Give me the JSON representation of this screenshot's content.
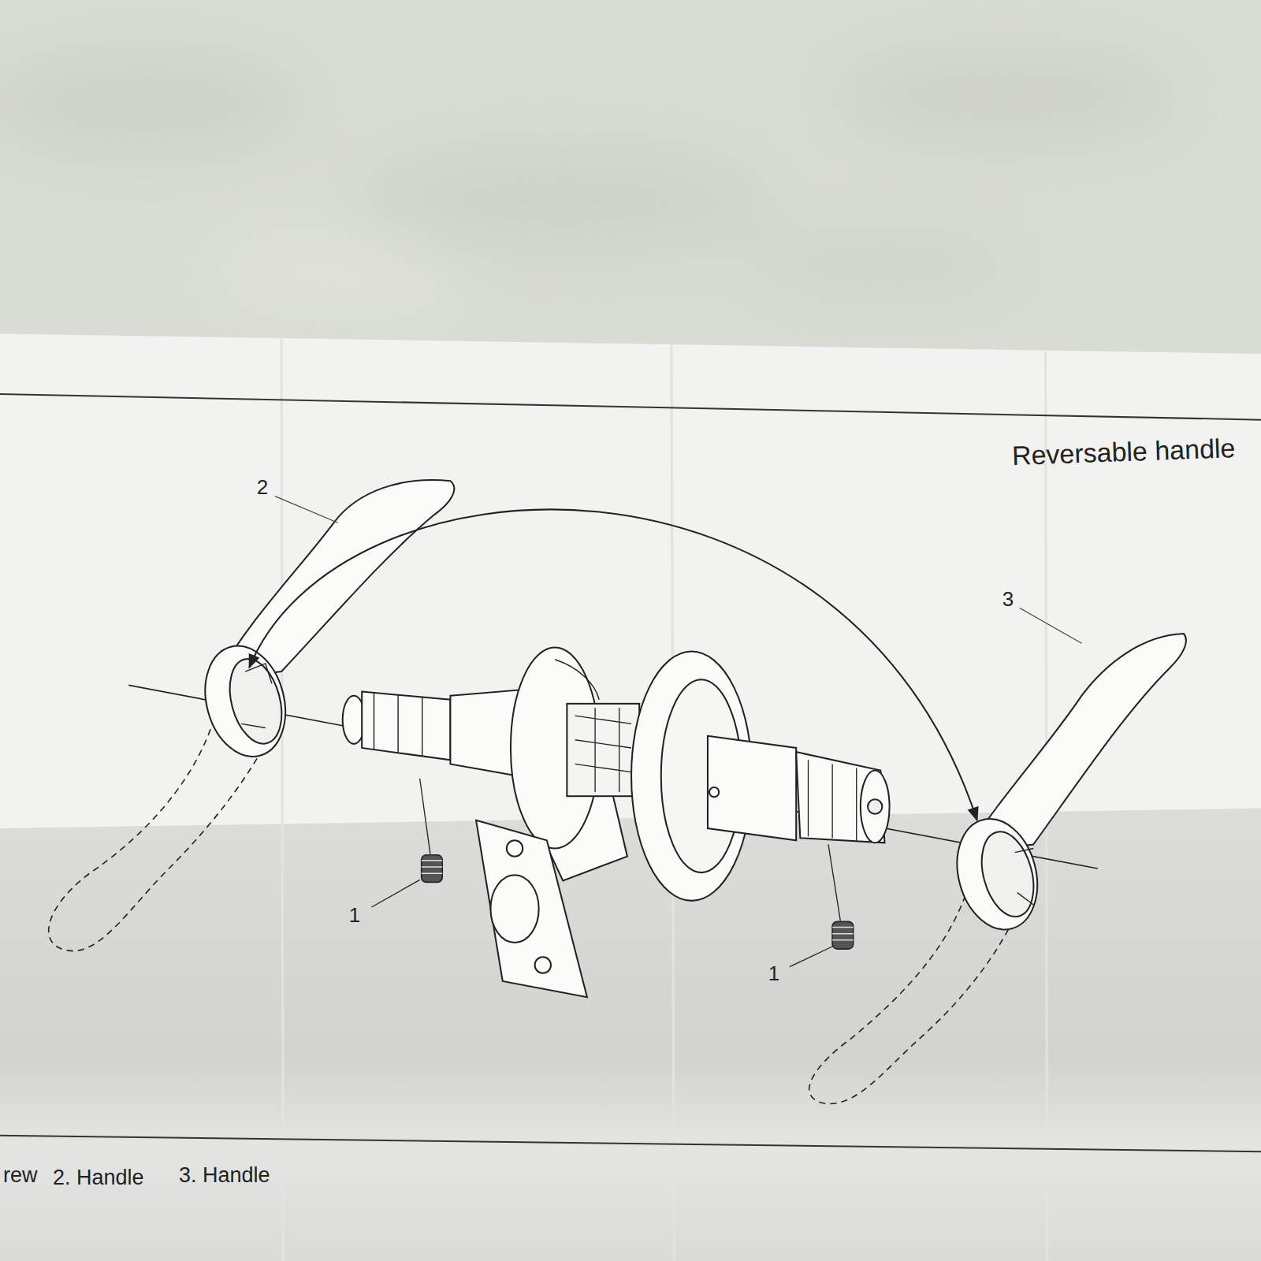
{
  "diagram": {
    "title": "Reversable handle",
    "labels": [
      "2",
      "3",
      "1",
      "1",
      "rew",
      "2. Handle",
      "3. Handle"
    ]
  }
}
